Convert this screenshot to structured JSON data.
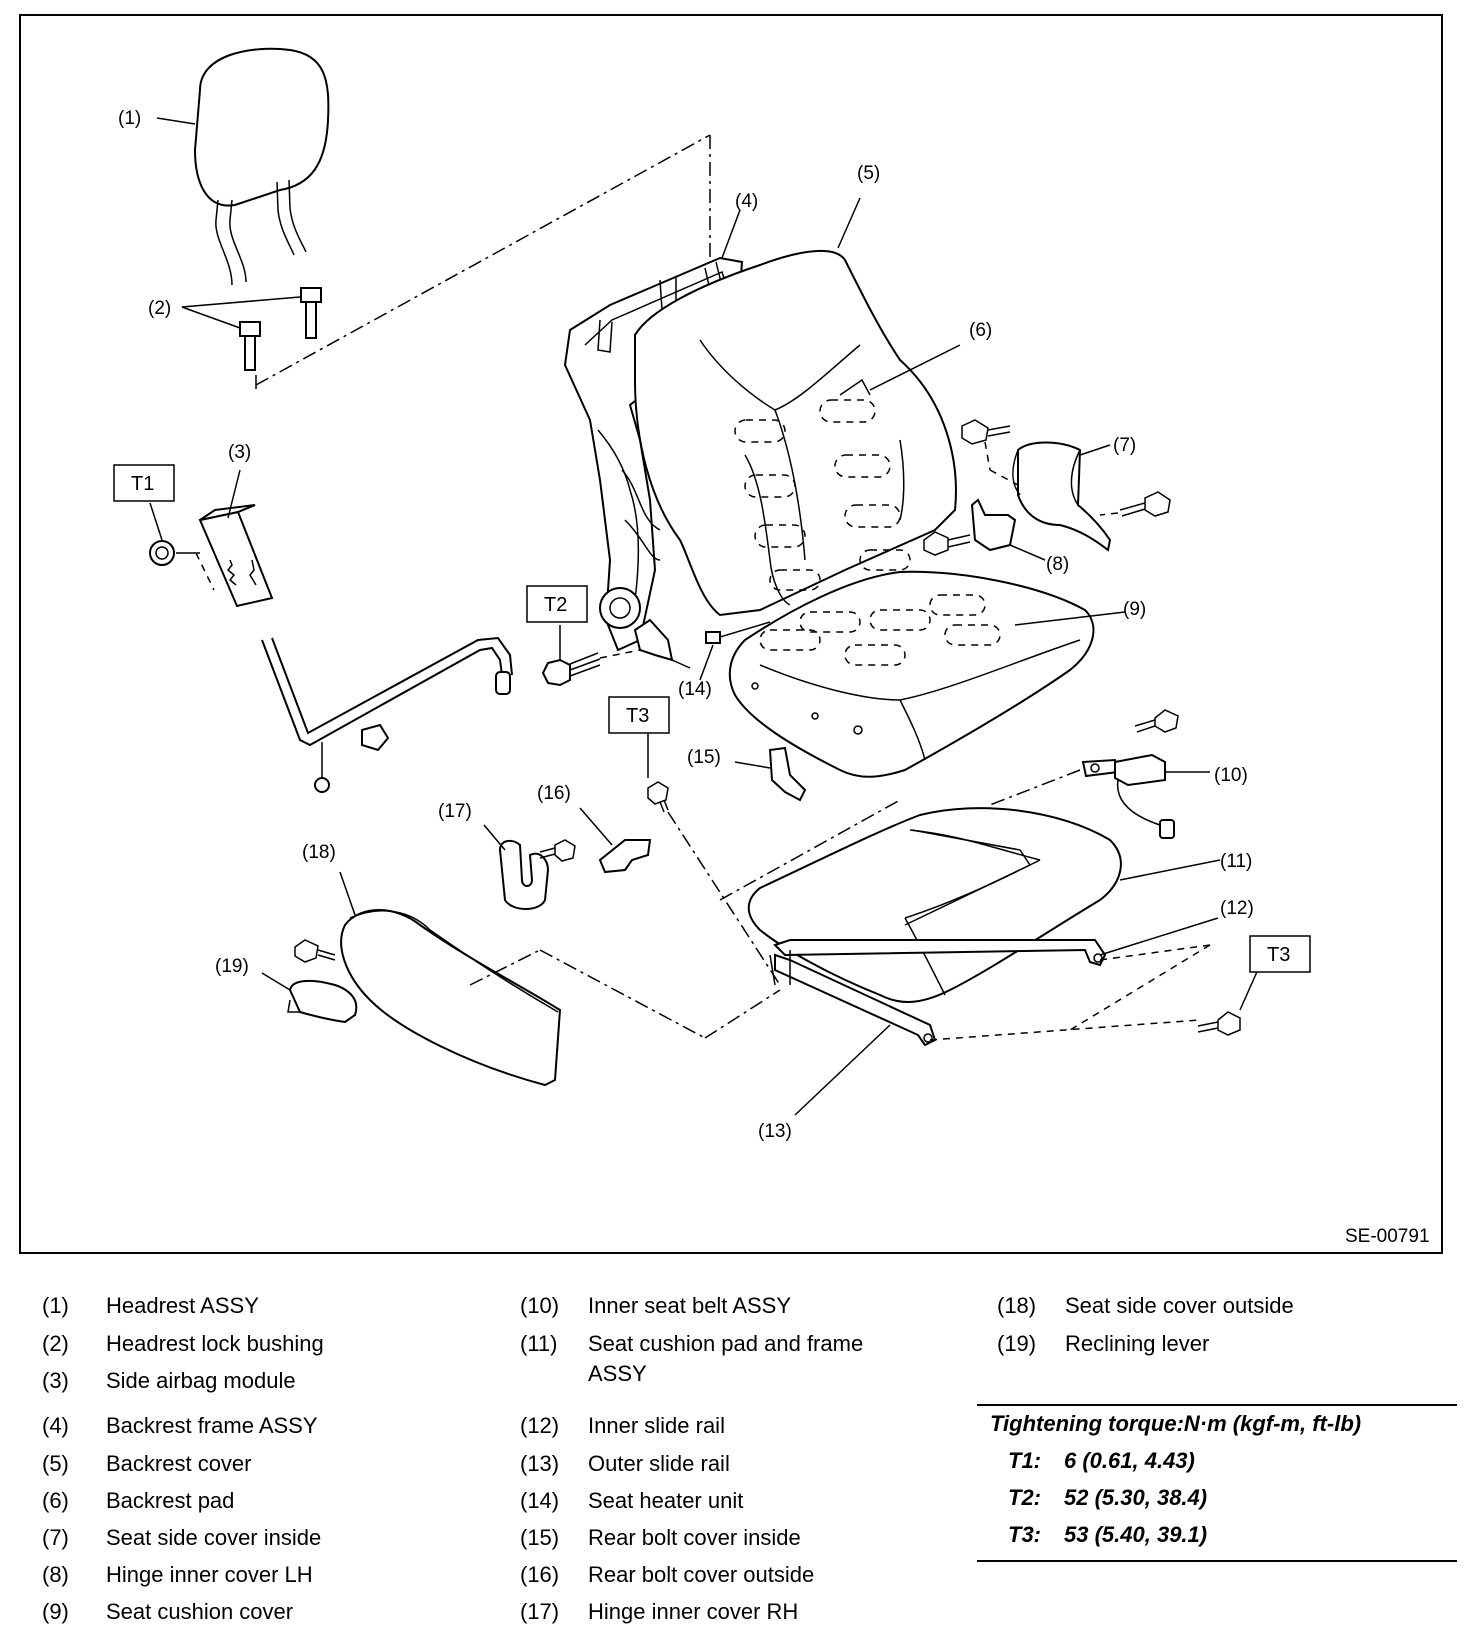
{
  "diagram": {
    "code": "SE-00791",
    "callouts": [
      "(1)",
      "(2)",
      "(3)",
      "(4)",
      "(5)",
      "(6)",
      "(7)",
      "(8)",
      "(9)",
      "(10)",
      "(11)",
      "(12)",
      "(13)",
      "(14)",
      "(15)",
      "(16)",
      "(17)",
      "(18)",
      "(19)"
    ],
    "torque_tags": [
      "T1",
      "T2",
      "T3",
      "T3"
    ]
  },
  "legend": {
    "col1": [
      {
        "num": "(1)",
        "text": "Headrest ASSY"
      },
      {
        "num": "(2)",
        "text": "Headrest lock bushing"
      },
      {
        "num": "(3)",
        "text": "Side airbag module"
      },
      {
        "num": "(4)",
        "text": "Backrest frame ASSY"
      },
      {
        "num": "(5)",
        "text": "Backrest cover"
      },
      {
        "num": "(6)",
        "text": "Backrest pad"
      },
      {
        "num": "(7)",
        "text": "Seat side cover inside"
      },
      {
        "num": "(8)",
        "text": "Hinge inner cover LH"
      },
      {
        "num": "(9)",
        "text": "Seat cushion cover"
      }
    ],
    "col2": [
      {
        "num": "(10)",
        "text": "Inner seat belt ASSY"
      },
      {
        "num": "(11)",
        "text": "Seat cushion pad and frame",
        "text2": "ASSY"
      },
      {
        "num": "(12)",
        "text": "Inner slide rail"
      },
      {
        "num": "(13)",
        "text": "Outer slide rail"
      },
      {
        "num": "(14)",
        "text": "Seat heater unit"
      },
      {
        "num": "(15)",
        "text": "Rear bolt cover inside"
      },
      {
        "num": "(16)",
        "text": "Rear bolt cover outside"
      },
      {
        "num": "(17)",
        "text": "Hinge inner cover RH"
      }
    ],
    "col3": [
      {
        "num": "(18)",
        "text": "Seat side cover outside"
      },
      {
        "num": "(19)",
        "text": "Reclining lever"
      }
    ]
  },
  "torque": {
    "heading": "Tightening torque:N·m (kgf-m, ft-lb)",
    "items": [
      {
        "id": "T1:",
        "value": "6 (0.61, 4.43)"
      },
      {
        "id": "T2:",
        "value": "52 (5.30, 38.4)"
      },
      {
        "id": "T3:",
        "value": "53 (5.40, 39.1)"
      }
    ]
  }
}
